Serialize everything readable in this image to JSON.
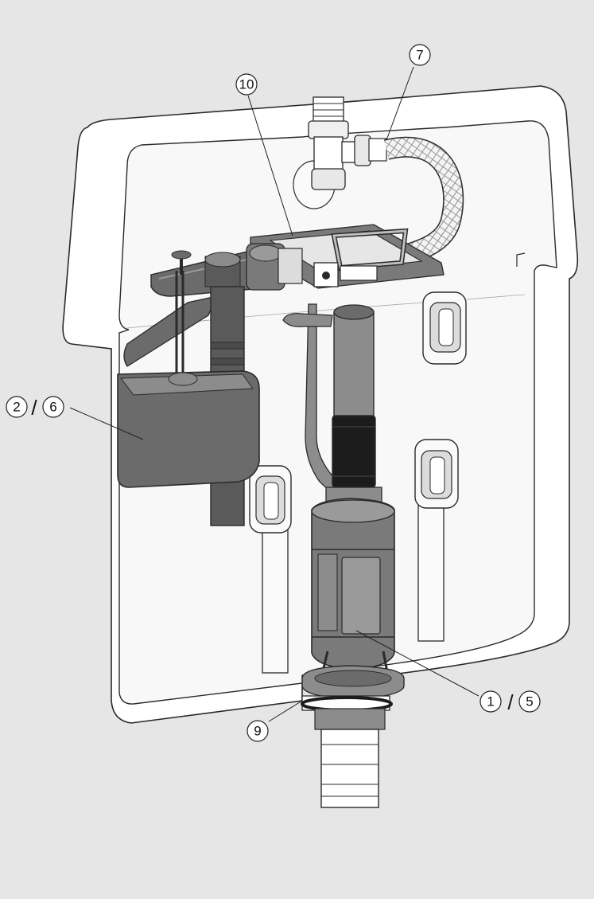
{
  "diagram": {
    "subject": "concealed-cistern",
    "callouts": [
      {
        "id": "c10",
        "numbers": [
          "10"
        ]
      },
      {
        "id": "c7",
        "numbers": [
          "7"
        ]
      },
      {
        "id": "c26",
        "numbers": [
          "2",
          "6"
        ],
        "separator": "/"
      },
      {
        "id": "c15",
        "numbers": [
          "1",
          "5"
        ],
        "separator": "/"
      },
      {
        "id": "c9",
        "numbers": [
          "9"
        ]
      }
    ],
    "colors": {
      "background": "#e6e6e6",
      "tank": "#ffffff",
      "outline": "#2a2a2a",
      "dark-part": "#6b6b6b",
      "mid-part": "#8c8c8c",
      "light-part": "#cfcfcf",
      "black-part": "#1c1c1c"
    }
  }
}
